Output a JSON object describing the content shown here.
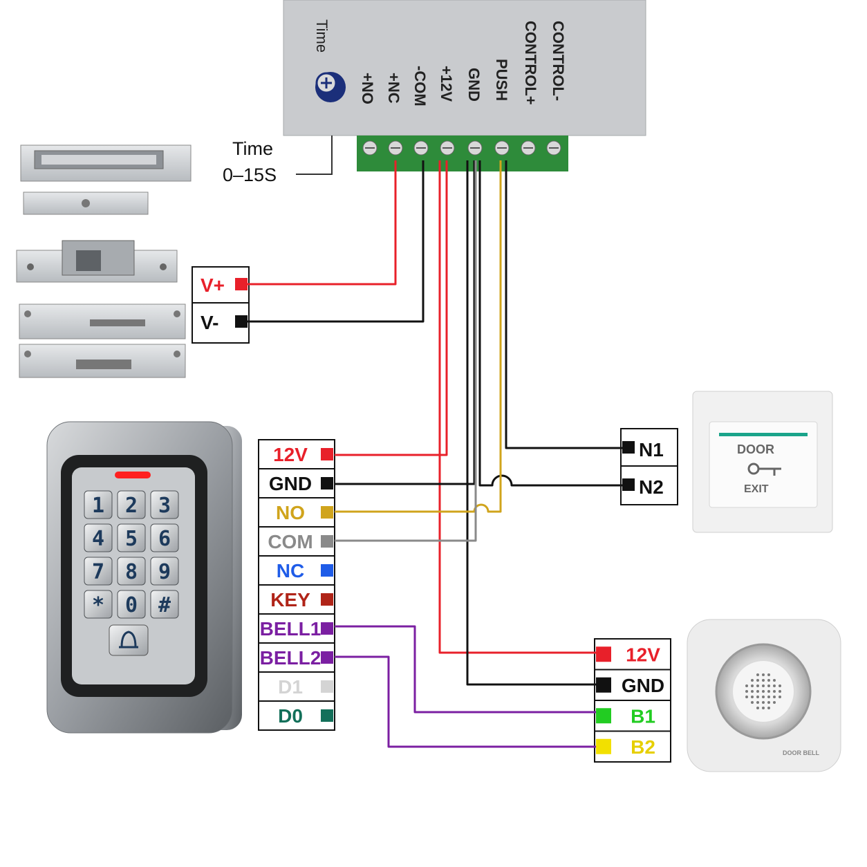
{
  "power_supply": {
    "terminals": [
      "CONTROL-",
      "CONTROL+",
      "PUSH",
      "GND",
      "+12V",
      "-COM",
      "+NC",
      "+NO"
    ],
    "time_label": "Time",
    "time_note_line1": "Time",
    "time_note_line2": "0–15S"
  },
  "lock_terminals": {
    "v_plus": "V+",
    "v_minus": "V-"
  },
  "keypad_terminals": [
    {
      "label": "12V",
      "color": "#e8202a"
    },
    {
      "label": "GND",
      "color": "#111111"
    },
    {
      "label": "NO",
      "color": "#d0a41c"
    },
    {
      "label": "COM",
      "color": "#8a8a8a"
    },
    {
      "label": "NC",
      "color": "#1f5ce8"
    },
    {
      "label": "KEY",
      "color": "#b02418"
    },
    {
      "label": "BELL1",
      "color": "#7b1fa2"
    },
    {
      "label": "BELL2",
      "color": "#7b1fa2"
    },
    {
      "label": "D1",
      "color": "#d4d4d4"
    },
    {
      "label": "D0",
      "color": "#13705a"
    }
  ],
  "keypad_keys": [
    "1",
    "2",
    "3",
    "4",
    "5",
    "6",
    "7",
    "8",
    "9",
    "*",
    "0",
    "#"
  ],
  "exit_button": {
    "terminals": [
      "N1",
      "N2"
    ],
    "door_text": "DOOR",
    "exit_text": "EXIT"
  },
  "doorbell": {
    "terminals": [
      {
        "label": "12V",
        "color": "#e8202a"
      },
      {
        "label": "GND",
        "color": "#111111"
      },
      {
        "label": "B1",
        "color": "#22cc22"
      },
      {
        "label": "B2",
        "color": "#f2e000"
      }
    ],
    "brand_text": "DOOR BELL"
  },
  "colors": {
    "red": "#e8202a",
    "black": "#111111",
    "yellow": "#d0a41c",
    "gray": "#8a8a8a",
    "purple": "#7b1fa2",
    "green_terminal": "#2e8b3a"
  }
}
